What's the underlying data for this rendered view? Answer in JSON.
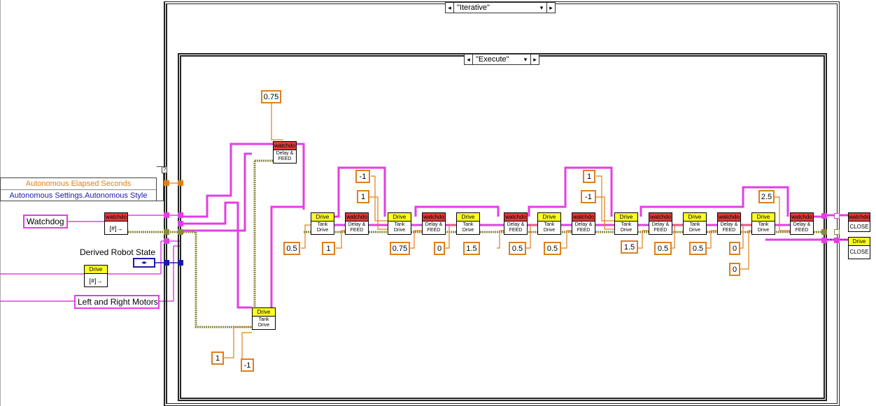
{
  "outer_case": {
    "selector_label": "\"Iterative\""
  },
  "inner_case": {
    "selector_label": "\"Execute\""
  },
  "cluster": {
    "field1": "Autonomous Elapsed Seconds",
    "field2": "Autonomous Settings.Autonomous Style"
  },
  "labels": {
    "watchdog": "Watchdog",
    "derived_state": "Derived Robot State",
    "left_right": "Left and Right Motors"
  },
  "subvi": {
    "watchdog_header": "watchdo",
    "drive_header": "Drive",
    "tank_line1": "Tank",
    "tank_line2": "Drive",
    "delay_line1": "Delay &",
    "delay_line2": "FEED",
    "close": "CLOSE"
  },
  "constants": {
    "c075_top": "0.75",
    "c1_bottom": "1",
    "cneg1_bottom": "-1",
    "seq1_l": "0.5",
    "seq1_delay": "1",
    "seq2_top": "-1",
    "seq2_bot": "1",
    "seq2_delay": "0.75",
    "seq3_l": "0",
    "seq3_r": "1.5",
    "seq4_l": "0.5",
    "seq4_r": "0.5",
    "seq5_top": "1",
    "seq5_bot": "-1",
    "seq5_delay": "1.5",
    "seq6_l": "0.5",
    "seq6_r": "0.5",
    "seq7_a": "0",
    "seq7_b": "0",
    "seq7_delay": "2.5"
  },
  "colors": {
    "refnum_wire": "#e33ee3",
    "numeric_wire": "#e07f1a",
    "cluster_wire": "#8b8b3a",
    "enum_wire": "#1a1aa8",
    "frame": "#222222"
  }
}
